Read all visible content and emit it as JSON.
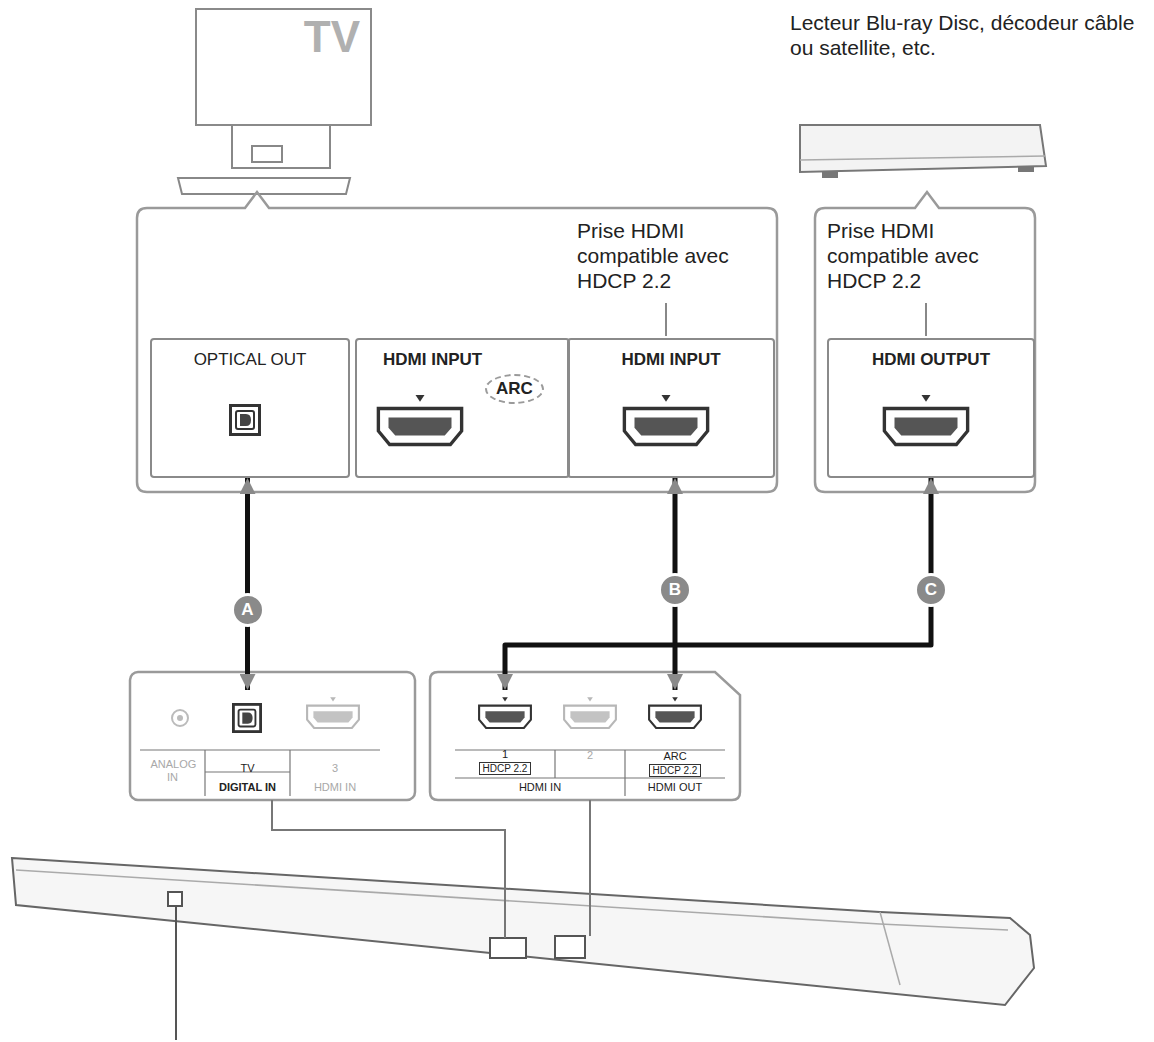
{
  "diagram": {
    "nodes": [
      {
        "text": [
          "TV"
        ]
      },
      {
        "text": [
          "Prise HDMI compatible avec HDCP 2.2"
        ]
      },
      {
        "text": [
          "OPTICAL OUT"
        ],
        "in": 1
      },
      {
        "text": [
          "HDMI INPUT",
          "ARC"
        ],
        "in": 1
      },
      {
        "text": [
          "HDMI INPUT"
        ],
        "in": 1
      },
      {
        "text": [
          "Lecteur Blu-ray Disc, décodeur câble ou satellite, etc."
        ]
      },
      {
        "text": [
          "Prise HDMI compatible avec HDCP 2.2"
        ]
      },
      {
        "text": [
          "HDMI OUTPUT"
        ],
        "in": 6
      },
      {
        "text": [
          "ANALOG IN"
        ]
      },
      {
        "text": [
          "TV",
          "DIGITAL IN"
        ]
      },
      {
        "text": [
          "3",
          "HDMI IN"
        ]
      },
      {
        "text": [
          "1",
          "HDCP 2.2"
        ]
      },
      {
        "text": [
          "2"
        ]
      },
      {
        "text": [
          "ARC",
          "HDCP 2.2",
          "HDMI OUT"
        ]
      }
    ],
    "edges": [
      {
        "from": 2,
        "to": 9,
        "arrow": "both",
        "label": "A"
      },
      {
        "from": 4,
        "to": 13,
        "arrow": "both",
        "label": "B"
      },
      {
        "from": 7,
        "to": 11,
        "arrow": "both",
        "label": "C"
      }
    ],
    "labels": [
      "HDMI IN"
    ]
  }
}
